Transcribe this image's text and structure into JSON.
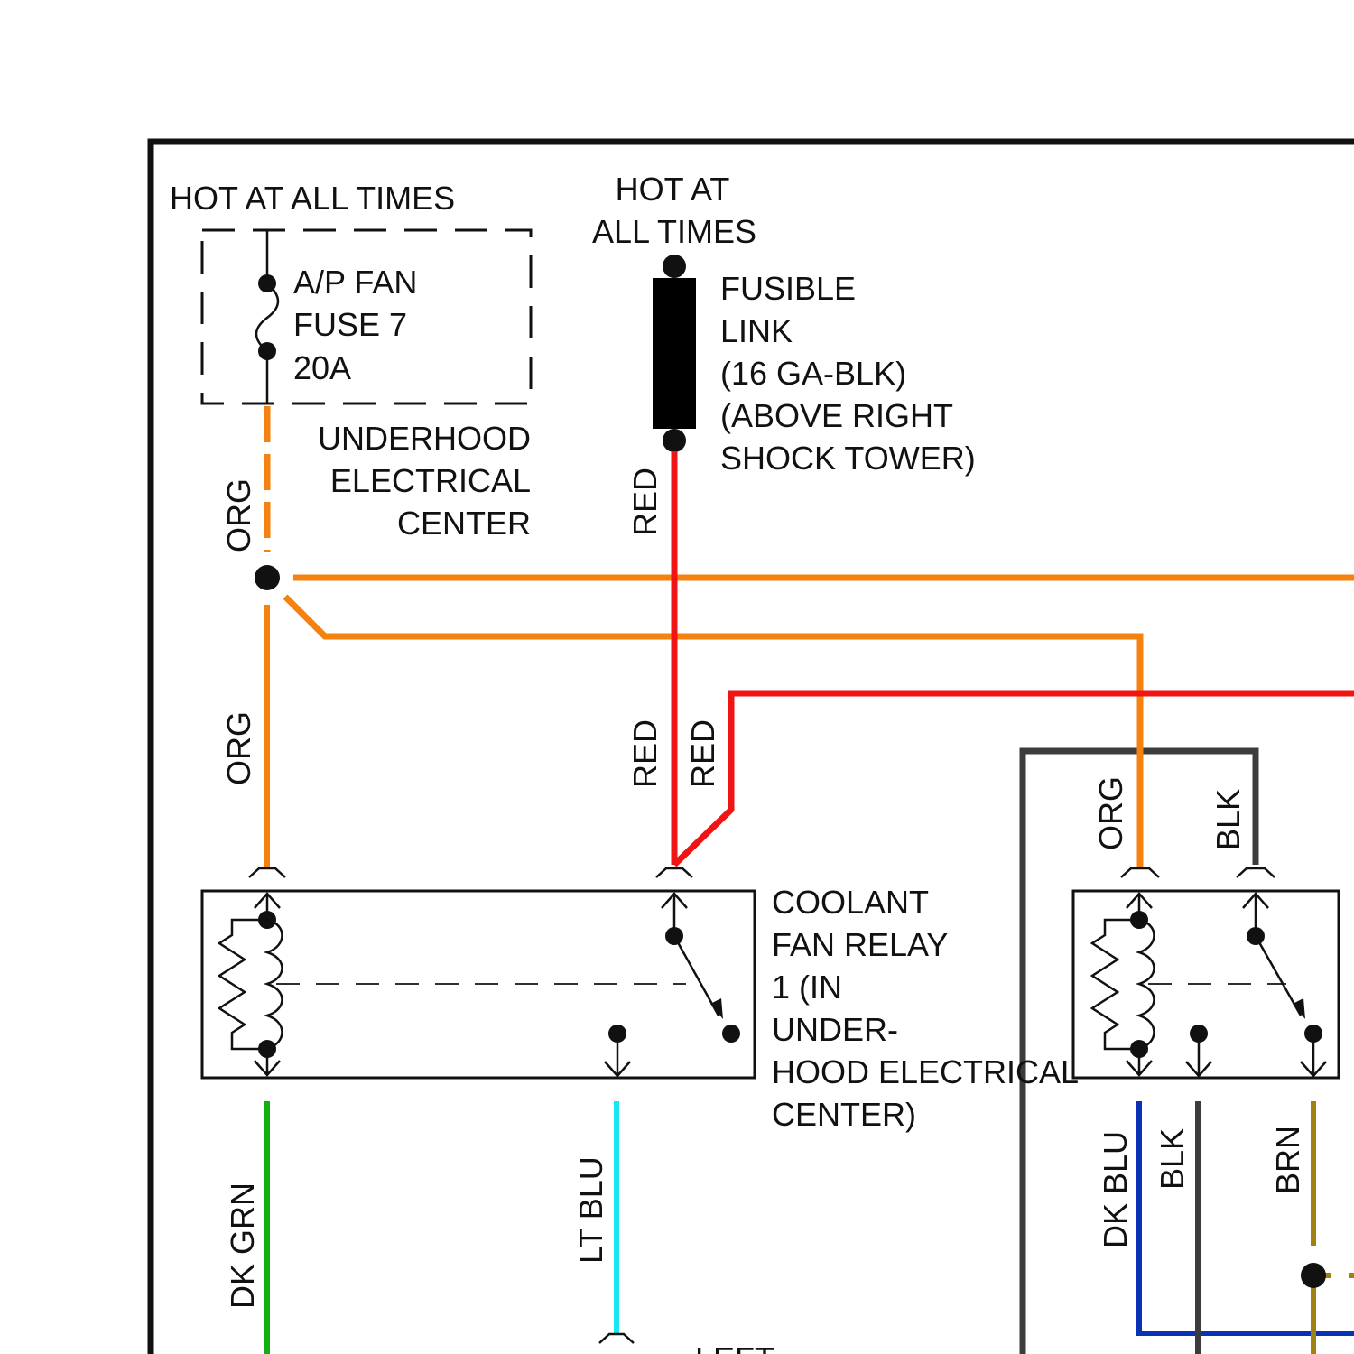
{
  "colors": {
    "org": "#F5820F",
    "red": "#F01414",
    "dk_grn": "#12B012",
    "lt_blu": "#19E6F0",
    "dk_blu": "#0A32B4",
    "blk": "#3C3C3C",
    "brn": "#A08214",
    "line": "#111111"
  },
  "icons": {
    "fuse": "fuse-symbol",
    "fusible_link": "fusible-link-symbol",
    "relay_coil": "coil-resistor-symbol",
    "relay_switch": "switch-arrow-symbol",
    "connector": "connector-chevron-symbol"
  },
  "labels": {
    "hot_fuse": "HOT AT ALL TIMES",
    "fuse": [
      "A/P FAN",
      "FUSE 7",
      "20A"
    ],
    "hot_link": [
      "HOT AT",
      "ALL TIMES"
    ],
    "fusible_link": [
      "FUSIBLE",
      "LINK",
      "(16 GA-BLK)",
      "(ABOVE RIGHT",
      "SHOCK TOWER)"
    ],
    "underhood": [
      "UNDERHOOD",
      "ELECTRICAL",
      "CENTER"
    ],
    "relay1": [
      "COOLANT",
      "FAN RELAY",
      "1 (IN",
      "UNDER-",
      "HOOD ELECTRICAL",
      "CENTER)"
    ],
    "bottom_partial": "LEFT"
  },
  "wire_labels": {
    "org_upper": "ORG",
    "org_lower": "ORG",
    "red_upper": "RED",
    "red_lower_left": "RED",
    "red_lower_right": "RED",
    "org_relay2": "ORG",
    "blk_relay2": "BLK",
    "dk_grn": "DK GRN",
    "lt_blu": "LT BLU",
    "dk_blu": "DK BLU",
    "blk_lower": "BLK",
    "brn": "BRN"
  }
}
